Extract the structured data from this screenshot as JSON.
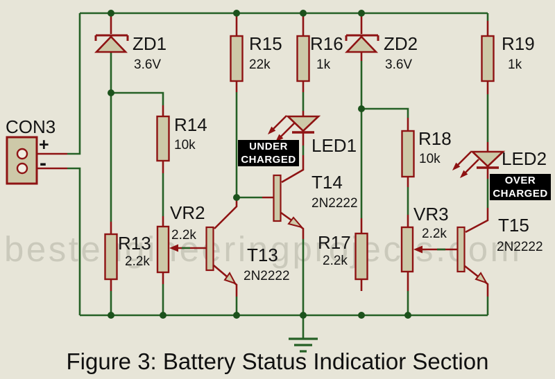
{
  "figure": {
    "caption": "Figure 3: Battery Status Indicatior Section",
    "watermark": "bestengineeringprojects.com"
  },
  "colors": {
    "background": "#e7e5d8",
    "wire_green": "#256025",
    "pin_red": "#8e1313",
    "component_fill": "#cdc9a8",
    "junction_dot": "#1c521c",
    "label_text": "#141414",
    "tag_background": "#000000",
    "tag_text": "#ffffff"
  },
  "components": {
    "con3": {
      "ref": "CON3",
      "pin_positive": "+",
      "pin_negative": "-"
    },
    "zd1": {
      "ref": "ZD1",
      "value": "3.6V"
    },
    "zd2": {
      "ref": "ZD2",
      "value": "3.6V"
    },
    "r13": {
      "ref": "R13",
      "value": "2.2k"
    },
    "r14": {
      "ref": "R14",
      "value": "10k"
    },
    "r15": {
      "ref": "R15",
      "value": "22k"
    },
    "r16": {
      "ref": "R16",
      "value": "1k"
    },
    "r17": {
      "ref": "R17",
      "value": "2.2k"
    },
    "r18": {
      "ref": "R18",
      "value": "10k"
    },
    "r19": {
      "ref": "R19",
      "value": "1k"
    },
    "vr2": {
      "ref": "VR2",
      "value": "2.2k"
    },
    "vr3": {
      "ref": "VR3",
      "value": "2.2k"
    },
    "t13": {
      "ref": "T13",
      "value": "2N2222"
    },
    "t14": {
      "ref": "T14",
      "value": "2N2222"
    },
    "t15": {
      "ref": "T15",
      "value": "2N2222"
    },
    "led1": {
      "ref": "LED1",
      "tag_line1": "UNDER",
      "tag_line2": "CHARGED"
    },
    "led2": {
      "ref": "LED2",
      "tag_line1": "OVER",
      "tag_line2": "CHARGED"
    }
  }
}
